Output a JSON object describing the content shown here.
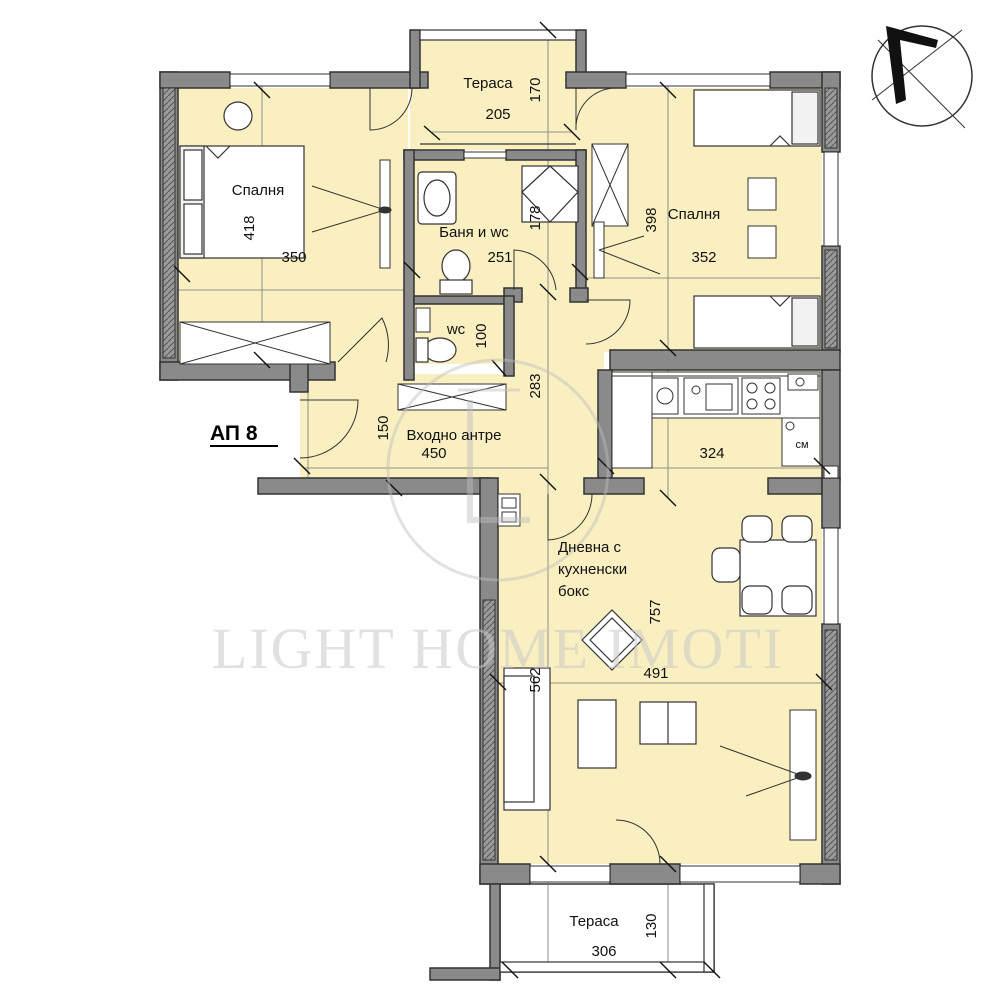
{
  "apartment": {
    "label": "АП 8"
  },
  "watermark": {
    "text": "LIGHT HOME IMOTI"
  },
  "colors": {
    "floor": "#f9efc0",
    "wall": "#8a8a8a",
    "wall_outline": "#333333",
    "terrace": "#ffffff"
  },
  "rooms": [
    {
      "id": "terrace_north",
      "name": "Тераса",
      "dims": [
        "205",
        "170"
      ]
    },
    {
      "id": "bedroom_west",
      "name": "Спалня",
      "dims": [
        "350",
        "418"
      ]
    },
    {
      "id": "bathroom",
      "name": "Баня и wc",
      "dims": [
        "251",
        "178"
      ]
    },
    {
      "id": "bedroom_east",
      "name": "Спалня",
      "dims": [
        "352",
        "398"
      ]
    },
    {
      "id": "wc",
      "name": "wc",
      "dims": [
        "100"
      ]
    },
    {
      "id": "corridor",
      "name": "",
      "dims": [
        "283"
      ]
    },
    {
      "id": "entrance",
      "name": "Входно антре",
      "dims": [
        "450",
        "150"
      ]
    },
    {
      "id": "kitchen_niche",
      "name": "",
      "dims": [
        "324"
      ],
      "tag": "см"
    },
    {
      "id": "living",
      "name_lines": [
        "Дневна с",
        "кухненски",
        "бокс"
      ],
      "dims": [
        "757",
        "491",
        "562"
      ]
    },
    {
      "id": "terrace_south",
      "name": "Тераса",
      "dims": [
        "306",
        "130"
      ]
    }
  ],
  "icons": [
    "compass-icon",
    "bed-icon",
    "sofa-icon",
    "table-icon",
    "armchair-icon",
    "toilet-icon",
    "sink-icon",
    "shower-icon",
    "stove-icon",
    "tv-icon"
  ]
}
